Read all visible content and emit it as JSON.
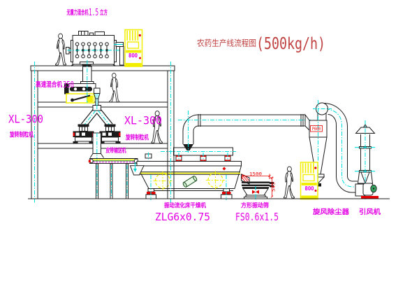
{
  "drawing": {
    "title": "农药生产线流程图",
    "title_capacity": "(500kg/h)"
  },
  "labels": {
    "zero_gravity_mixer_name": "无重力混合机",
    "zero_gravity_mixer_size": "1.5",
    "zero_gravity_mixer_unit": "立方",
    "high_speed_mixer_name": "高速混合机",
    "high_speed_mixer_size": "350",
    "granulator_left_model": "XL-300",
    "granulator_left_name": "旋转制粒机",
    "granulator_right_model": "XL-300",
    "granulator_right_name": "旋转制粒机",
    "belt_conveyor": "皮带输送机",
    "dryer_name": "振动流化床干燥机",
    "dryer_model": "ZLG6x0.75",
    "screen_name": "方形振动筛",
    "screen_model": "FS0.6x1.5",
    "cyclone_name": "旋风除尘器",
    "fan_name": "引风机"
  },
  "annotations": {
    "cyclone_tag": "P600",
    "screen_dim_length": "1500",
    "screen_dim_height": "545",
    "cabinet1_marks": "800",
    "cabinet2_marks": "800"
  },
  "colors": {
    "line": "#1c1c1c",
    "centerline": "#00d8d8",
    "label": "#e400e4",
    "highlight": "#f2ee00",
    "dimension": "#e60000",
    "title": "#c04040",
    "background": "#ffffff"
  }
}
